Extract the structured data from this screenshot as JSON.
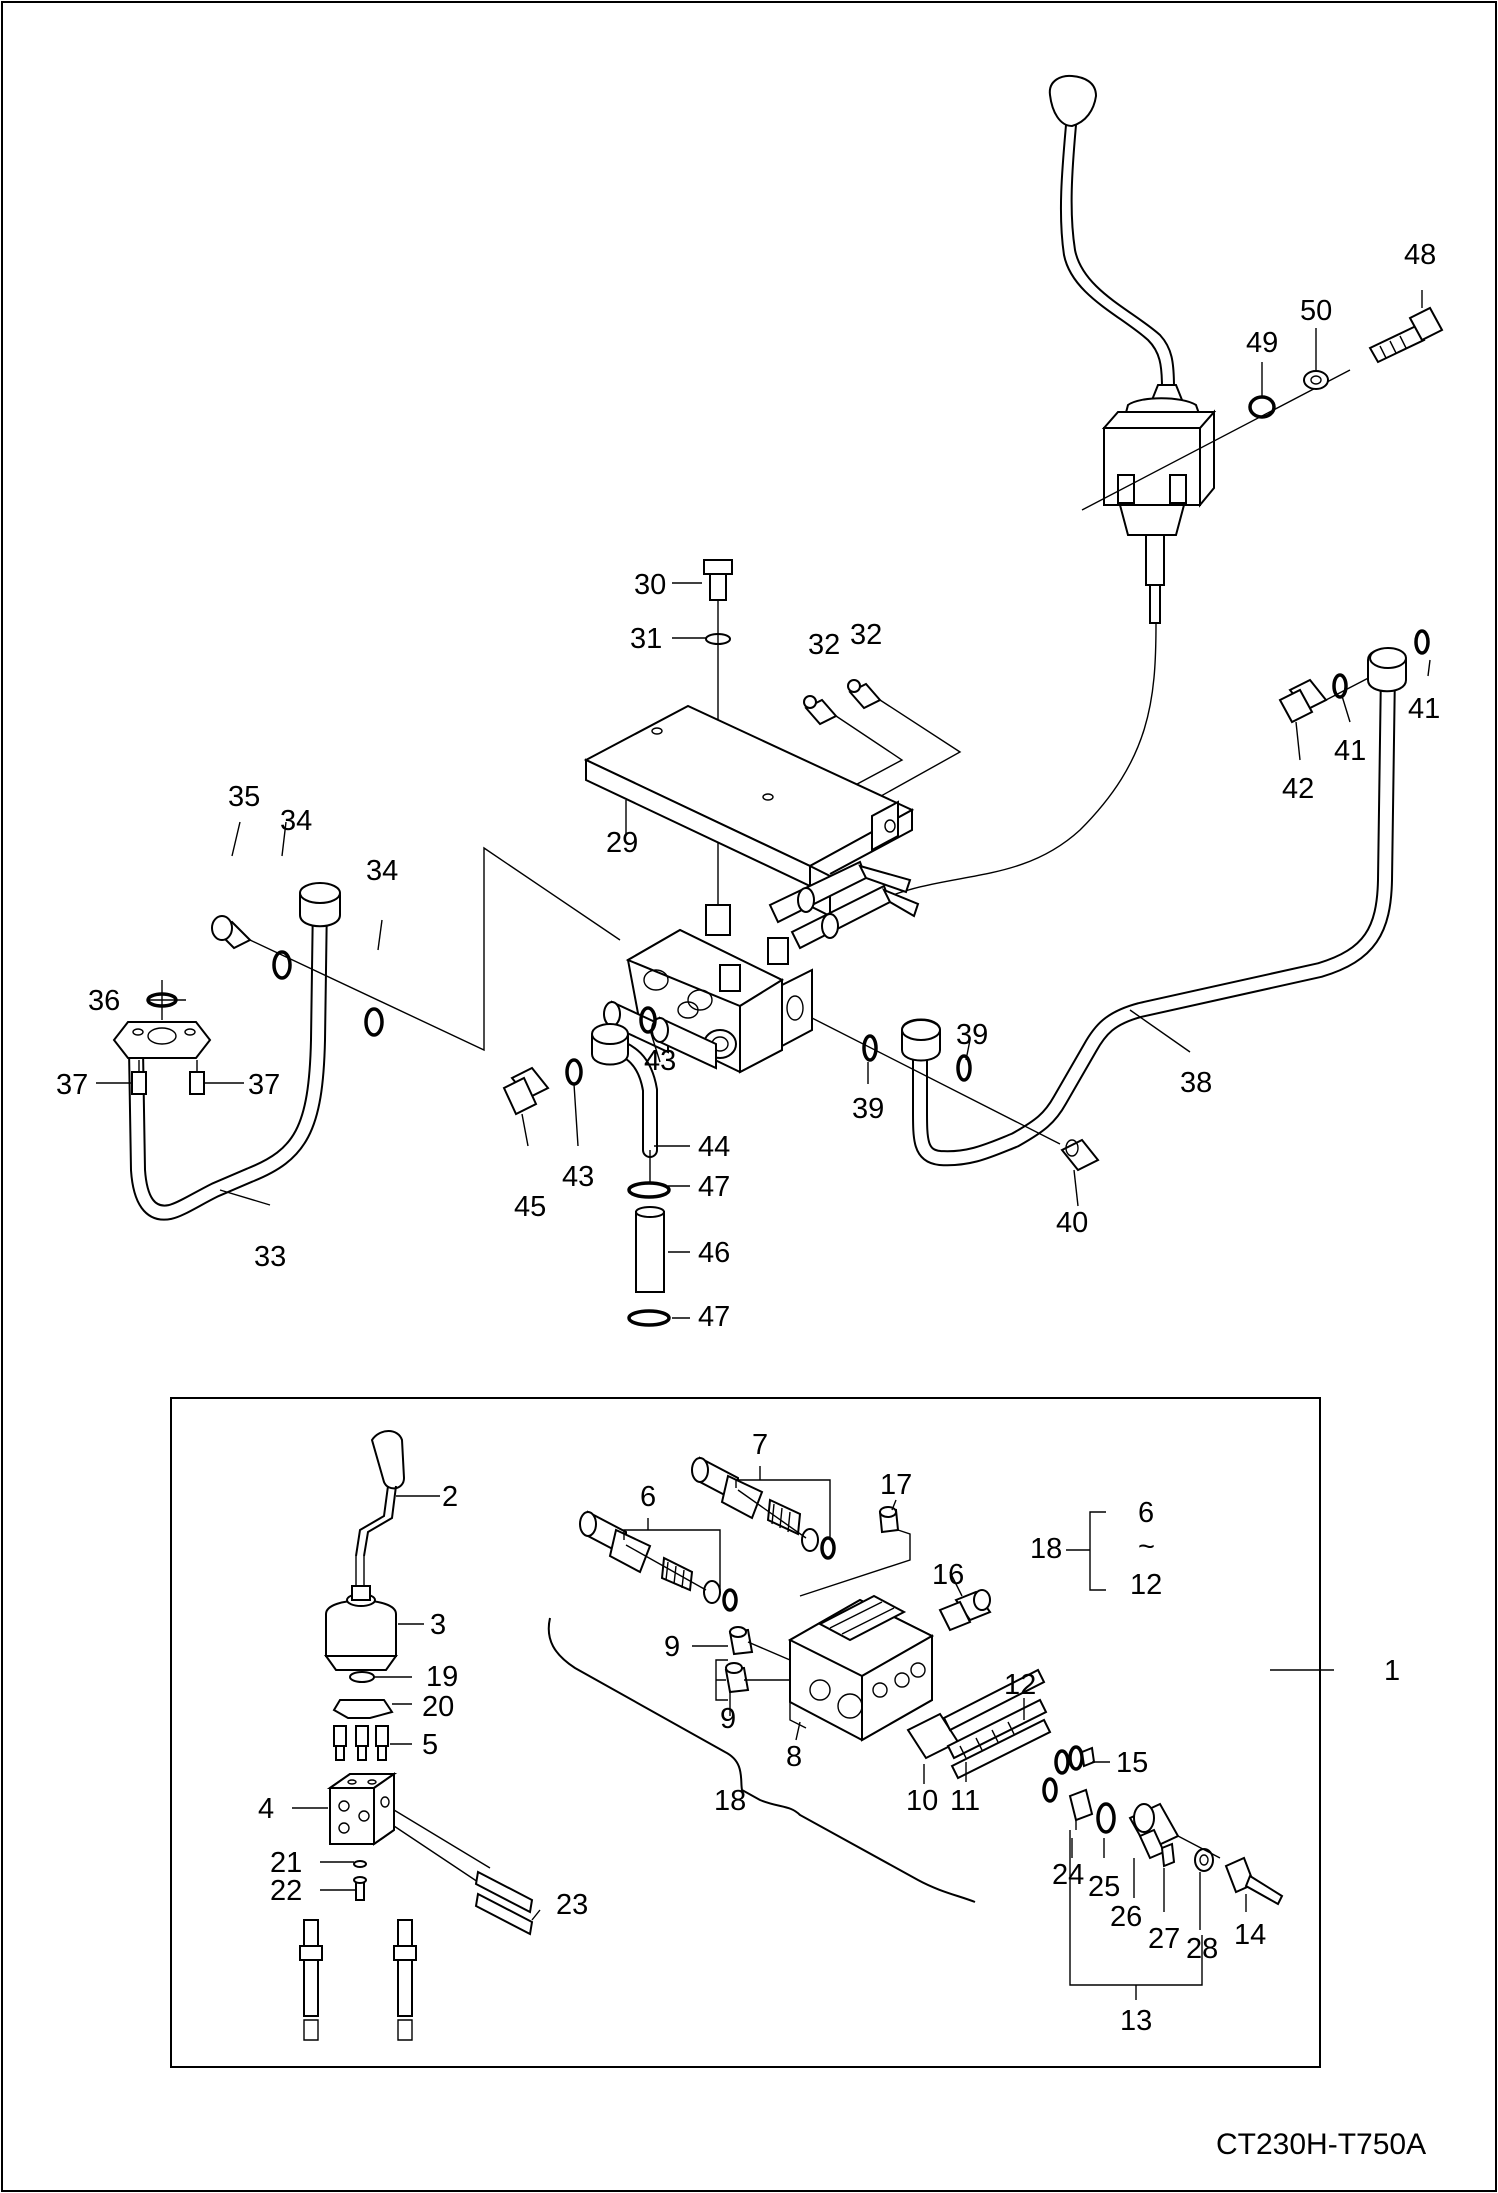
{
  "drawing_code": "CT230H-T750A",
  "callouts": [
    {
      "id": "c48",
      "text": "48"
    },
    {
      "id": "c49",
      "text": "49"
    },
    {
      "id": "c50",
      "text": "50"
    },
    {
      "id": "c30",
      "text": "30"
    },
    {
      "id": "c31",
      "text": "31"
    },
    {
      "id": "c32a",
      "text": "32"
    },
    {
      "id": "c32b",
      "text": "32"
    },
    {
      "id": "c29",
      "text": "29"
    },
    {
      "id": "c35",
      "text": "35"
    },
    {
      "id": "c34a",
      "text": "34"
    },
    {
      "id": "c34b",
      "text": "34"
    },
    {
      "id": "c36",
      "text": "36"
    },
    {
      "id": "c37a",
      "text": "37"
    },
    {
      "id": "c37b",
      "text": "37"
    },
    {
      "id": "c33",
      "text": "33"
    },
    {
      "id": "c41a",
      "text": "41"
    },
    {
      "id": "c41b",
      "text": "41"
    },
    {
      "id": "c42",
      "text": "42"
    },
    {
      "id": "c38",
      "text": "38"
    },
    {
      "id": "c39a",
      "text": "39"
    },
    {
      "id": "c39b",
      "text": "39"
    },
    {
      "id": "c40",
      "text": "40"
    },
    {
      "id": "c43a",
      "text": "43"
    },
    {
      "id": "c43b",
      "text": "43"
    },
    {
      "id": "c44",
      "text": "44"
    },
    {
      "id": "c45",
      "text": "45"
    },
    {
      "id": "c47a",
      "text": "47"
    },
    {
      "id": "c46",
      "text": "46"
    },
    {
      "id": "c47b",
      "text": "47"
    },
    {
      "id": "c2",
      "text": "2"
    },
    {
      "id": "c3",
      "text": "3"
    },
    {
      "id": "c19",
      "text": "19"
    },
    {
      "id": "c20",
      "text": "20"
    },
    {
      "id": "c5",
      "text": "5"
    },
    {
      "id": "c4",
      "text": "4"
    },
    {
      "id": "c21",
      "text": "21"
    },
    {
      "id": "c22",
      "text": "22"
    },
    {
      "id": "c23",
      "text": "23"
    },
    {
      "id": "c7",
      "text": "7"
    },
    {
      "id": "c6a",
      "text": "6"
    },
    {
      "id": "c17",
      "text": "17"
    },
    {
      "id": "c18a",
      "text": "18"
    },
    {
      "id": "c6b",
      "text": "6"
    },
    {
      "id": "ctilde",
      "text": "~"
    },
    {
      "id": "c12a",
      "text": "12"
    },
    {
      "id": "c16",
      "text": "16"
    },
    {
      "id": "c9a",
      "text": "9"
    },
    {
      "id": "c9b",
      "text": "9"
    },
    {
      "id": "c1",
      "text": "1"
    },
    {
      "id": "c8",
      "text": "8"
    },
    {
      "id": "c12b",
      "text": "12"
    },
    {
      "id": "c15",
      "text": "15"
    },
    {
      "id": "c10",
      "text": "10"
    },
    {
      "id": "c11",
      "text": "11"
    },
    {
      "id": "c18b",
      "text": "18"
    },
    {
      "id": "c24",
      "text": "24"
    },
    {
      "id": "c25",
      "text": "25"
    },
    {
      "id": "c26",
      "text": "26"
    },
    {
      "id": "c27",
      "text": "27"
    },
    {
      "id": "c28",
      "text": "28"
    },
    {
      "id": "c14",
      "text": "14"
    },
    {
      "id": "c13",
      "text": "13"
    }
  ]
}
